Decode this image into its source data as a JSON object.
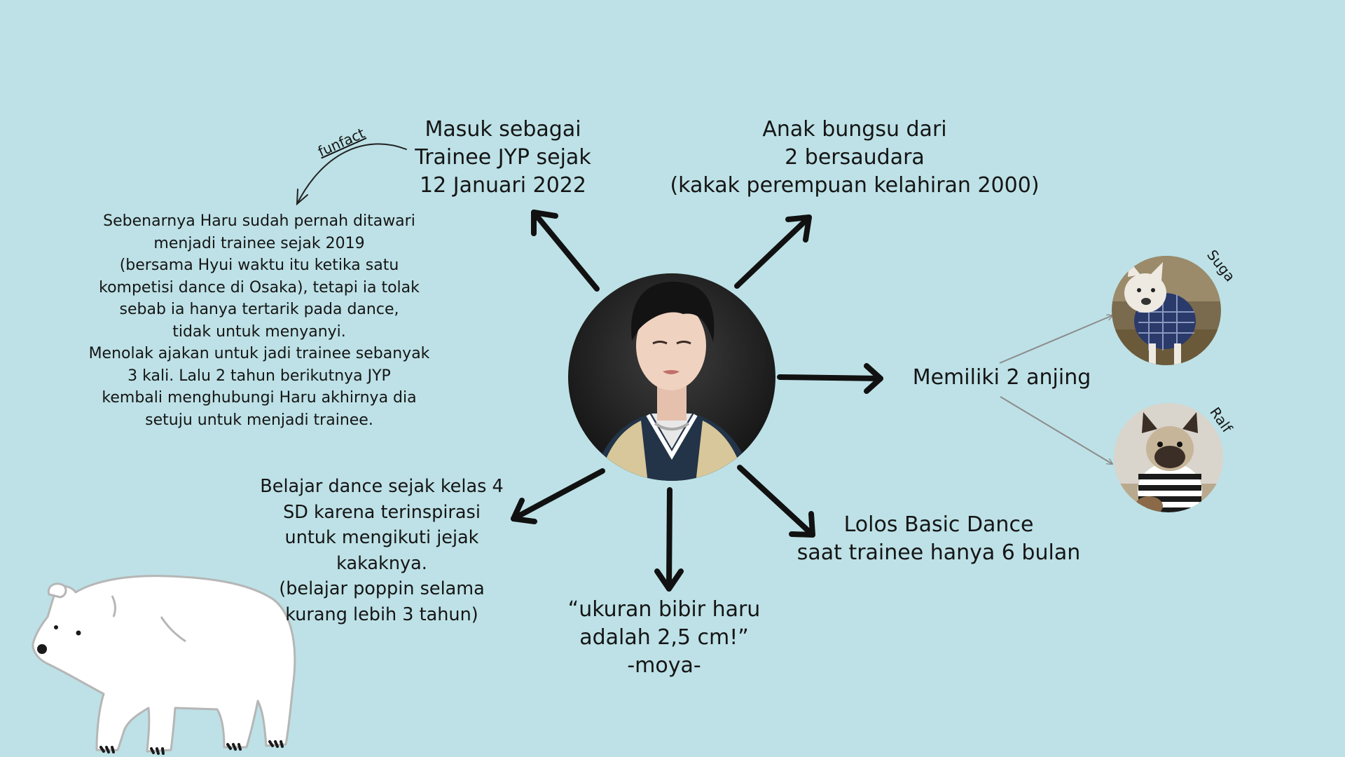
{
  "center": {
    "photo": "person-portrait"
  },
  "facts": {
    "trainee": "Masuk sebagai\nTrainee JYP sejak\n12 Januari 2022",
    "sibling": "Anak bungsu dari\n2 bersaudara\n(kakak perempuan kelahiran 2000)",
    "dogs": "Memiliki 2 anjing",
    "basic_dance": "Lolos Basic Dance\nsaat trainee hanya 6 bulan",
    "lips": "“ukuran bibir haru\nadalah 2,5 cm!”\n-moya-",
    "dance_start": "Belajar dance sejak kelas 4\nSD karena terinspirasi\nuntuk mengikuti jejak\nkakaknya.\n(belajar poppin selama\nkurang lebih 3 tahun)"
  },
  "funfact": {
    "label": "funfact",
    "text": "Sebenarnya Haru sudah pernah ditawari\nmenjadi trainee sejak 2019\n(bersama Hyui waktu itu ketika satu\nkompetisi dance di Osaka), tetapi ia tolak\nsebab ia hanya tertarik pada dance,\ntidak untuk menyanyi.\nMenolak ajakan untuk jadi trainee sebanyak\n3 kali. Lalu 2 tahun berikutnya JYP\nkembali menghubungi Haru akhirnya dia\nsetuju untuk menjadi trainee."
  },
  "dogs": [
    {
      "name": "Suga",
      "photo": "french-bulldog-plaid-coat"
    },
    {
      "name": "Ralf",
      "photo": "french-bulldog-striped-sweater"
    }
  ],
  "decor": {
    "illustration": "polar-bear"
  },
  "colors": {
    "background": "#bde1e6",
    "text": "#151515",
    "arrow": "#111111",
    "thin_arrow": "#8c8c8c"
  }
}
